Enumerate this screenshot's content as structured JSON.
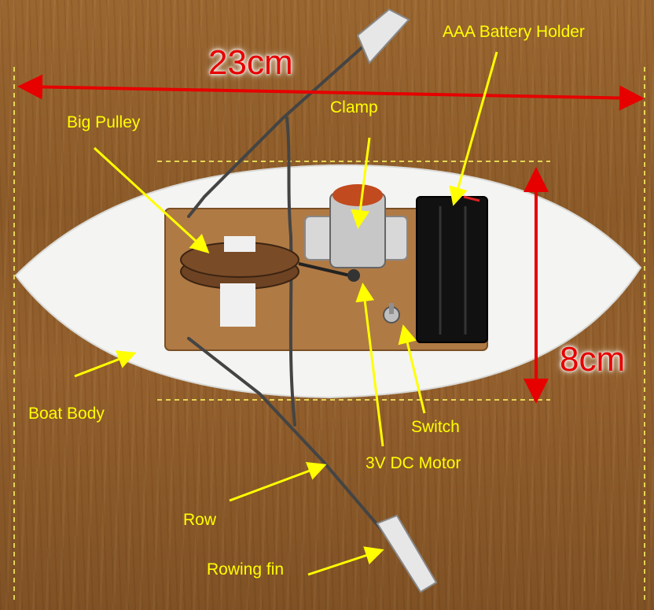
{
  "dimensions": {
    "length": "23cm",
    "width": "8cm"
  },
  "labels": {
    "battery_holder": "AAA Battery Holder",
    "clamp": "Clamp",
    "big_pulley": "Big Pulley",
    "boat_body": "Boat  Body",
    "switch": "Switch",
    "motor": "3V DC Motor",
    "row": "Row",
    "rowing_fin": "Rowing fin"
  },
  "colors": {
    "label_text": "#ffff00",
    "dimension": "#e60000",
    "guide_line": "#ffff66"
  }
}
